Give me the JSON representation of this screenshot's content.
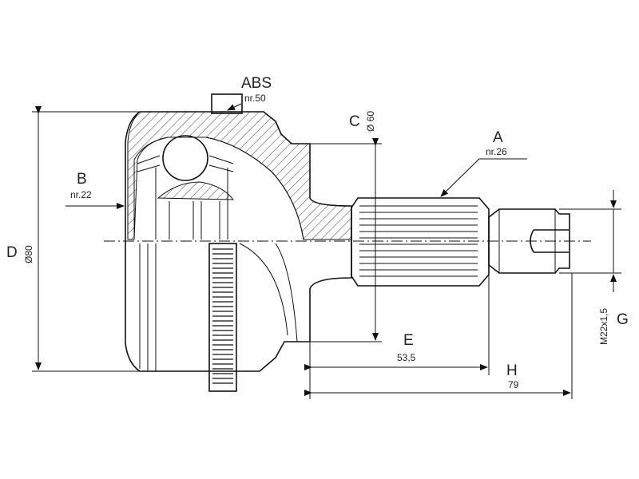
{
  "labels": {
    "abs_letter": "ABS",
    "abs_nr": "nr.50",
    "b_letter": "B",
    "b_nr": "nr.22",
    "a_letter": "A",
    "a_nr": "nr.26",
    "c_letter": "C",
    "c_value": "Ø 60",
    "d_letter": "D",
    "d_value": "Ø80",
    "e_letter": "E",
    "e_value": "53,5",
    "h_letter": "H",
    "h_value": "79",
    "g_letter": "G",
    "g_value": "M22x1,5"
  },
  "colors": {
    "line": "#111111",
    "background": "#ffffff"
  }
}
